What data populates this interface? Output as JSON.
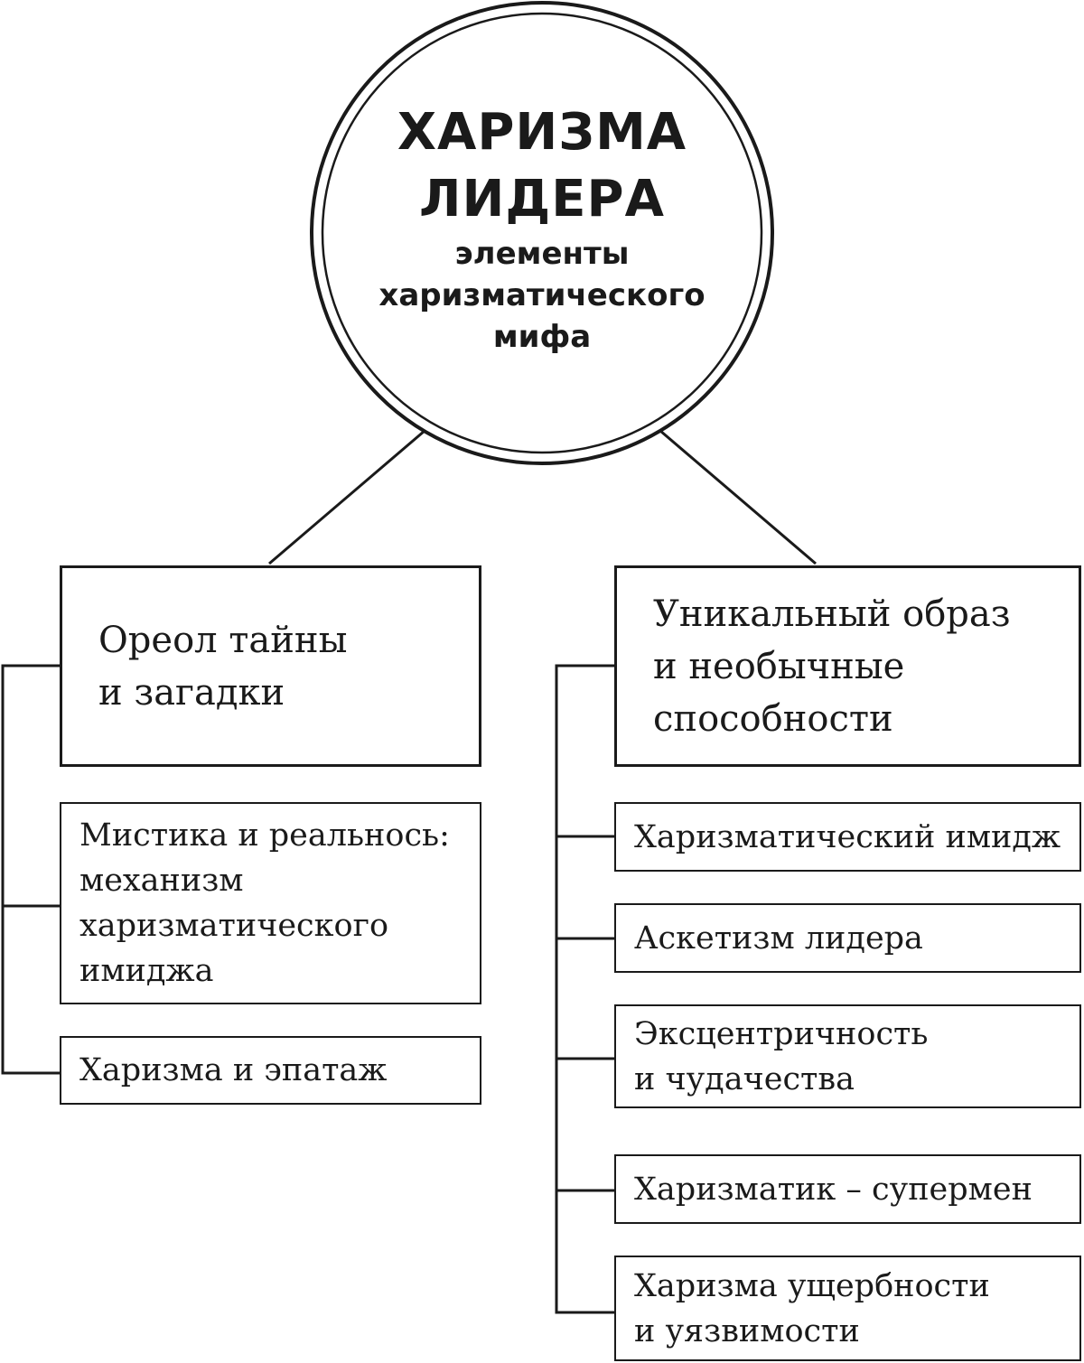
{
  "center": {
    "title_line1": "ХАРИЗМА",
    "title_line2": "ЛИДЕРА",
    "subtitle_line1": "элементы",
    "subtitle_line2": "харизматического",
    "subtitle_line3": "мифа"
  },
  "left": {
    "main": "Ореол тайны\nи загадки",
    "items": [
      "Мистика и реальнось:\nмеханизм\nхаризматического\nимиджа",
      "Харизма и эпатаж"
    ]
  },
  "right": {
    "main": "Уникальный образ\nи необычные\nспособности",
    "items": [
      "Харизматический имидж",
      "Аскетизм лидера",
      "Эксцентричность\nи чудачества",
      "Харизматик – супермен",
      "Харизма ущербности\nи уязвимости"
    ]
  }
}
